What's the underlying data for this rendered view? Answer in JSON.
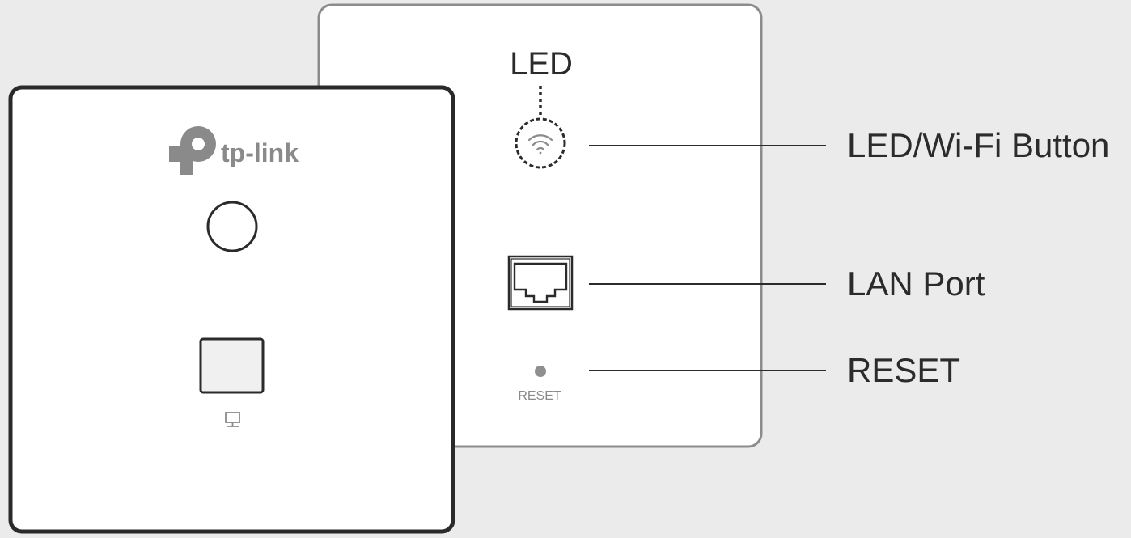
{
  "brand": {
    "logo_text": "tp-link",
    "logo_color": "#8a8a8a"
  },
  "back_panel": {
    "led_label": "LED",
    "reset_small_label": "RESET"
  },
  "callouts": {
    "led_wifi_button": "LED/Wi-Fi Button",
    "lan_port": "LAN Port",
    "reset": "RESET"
  },
  "colors": {
    "background": "#ebebeb",
    "front_panel_border": "#2a2a2a",
    "back_panel_border": "#8c8c8c",
    "text": "#2b2b2b",
    "port_fill": "#f0f0f0"
  },
  "icons": {
    "wifi": "wifi-icon",
    "lan_port": "ethernet-port-icon",
    "network": "network-icon",
    "brand": "tp-link-logo"
  }
}
